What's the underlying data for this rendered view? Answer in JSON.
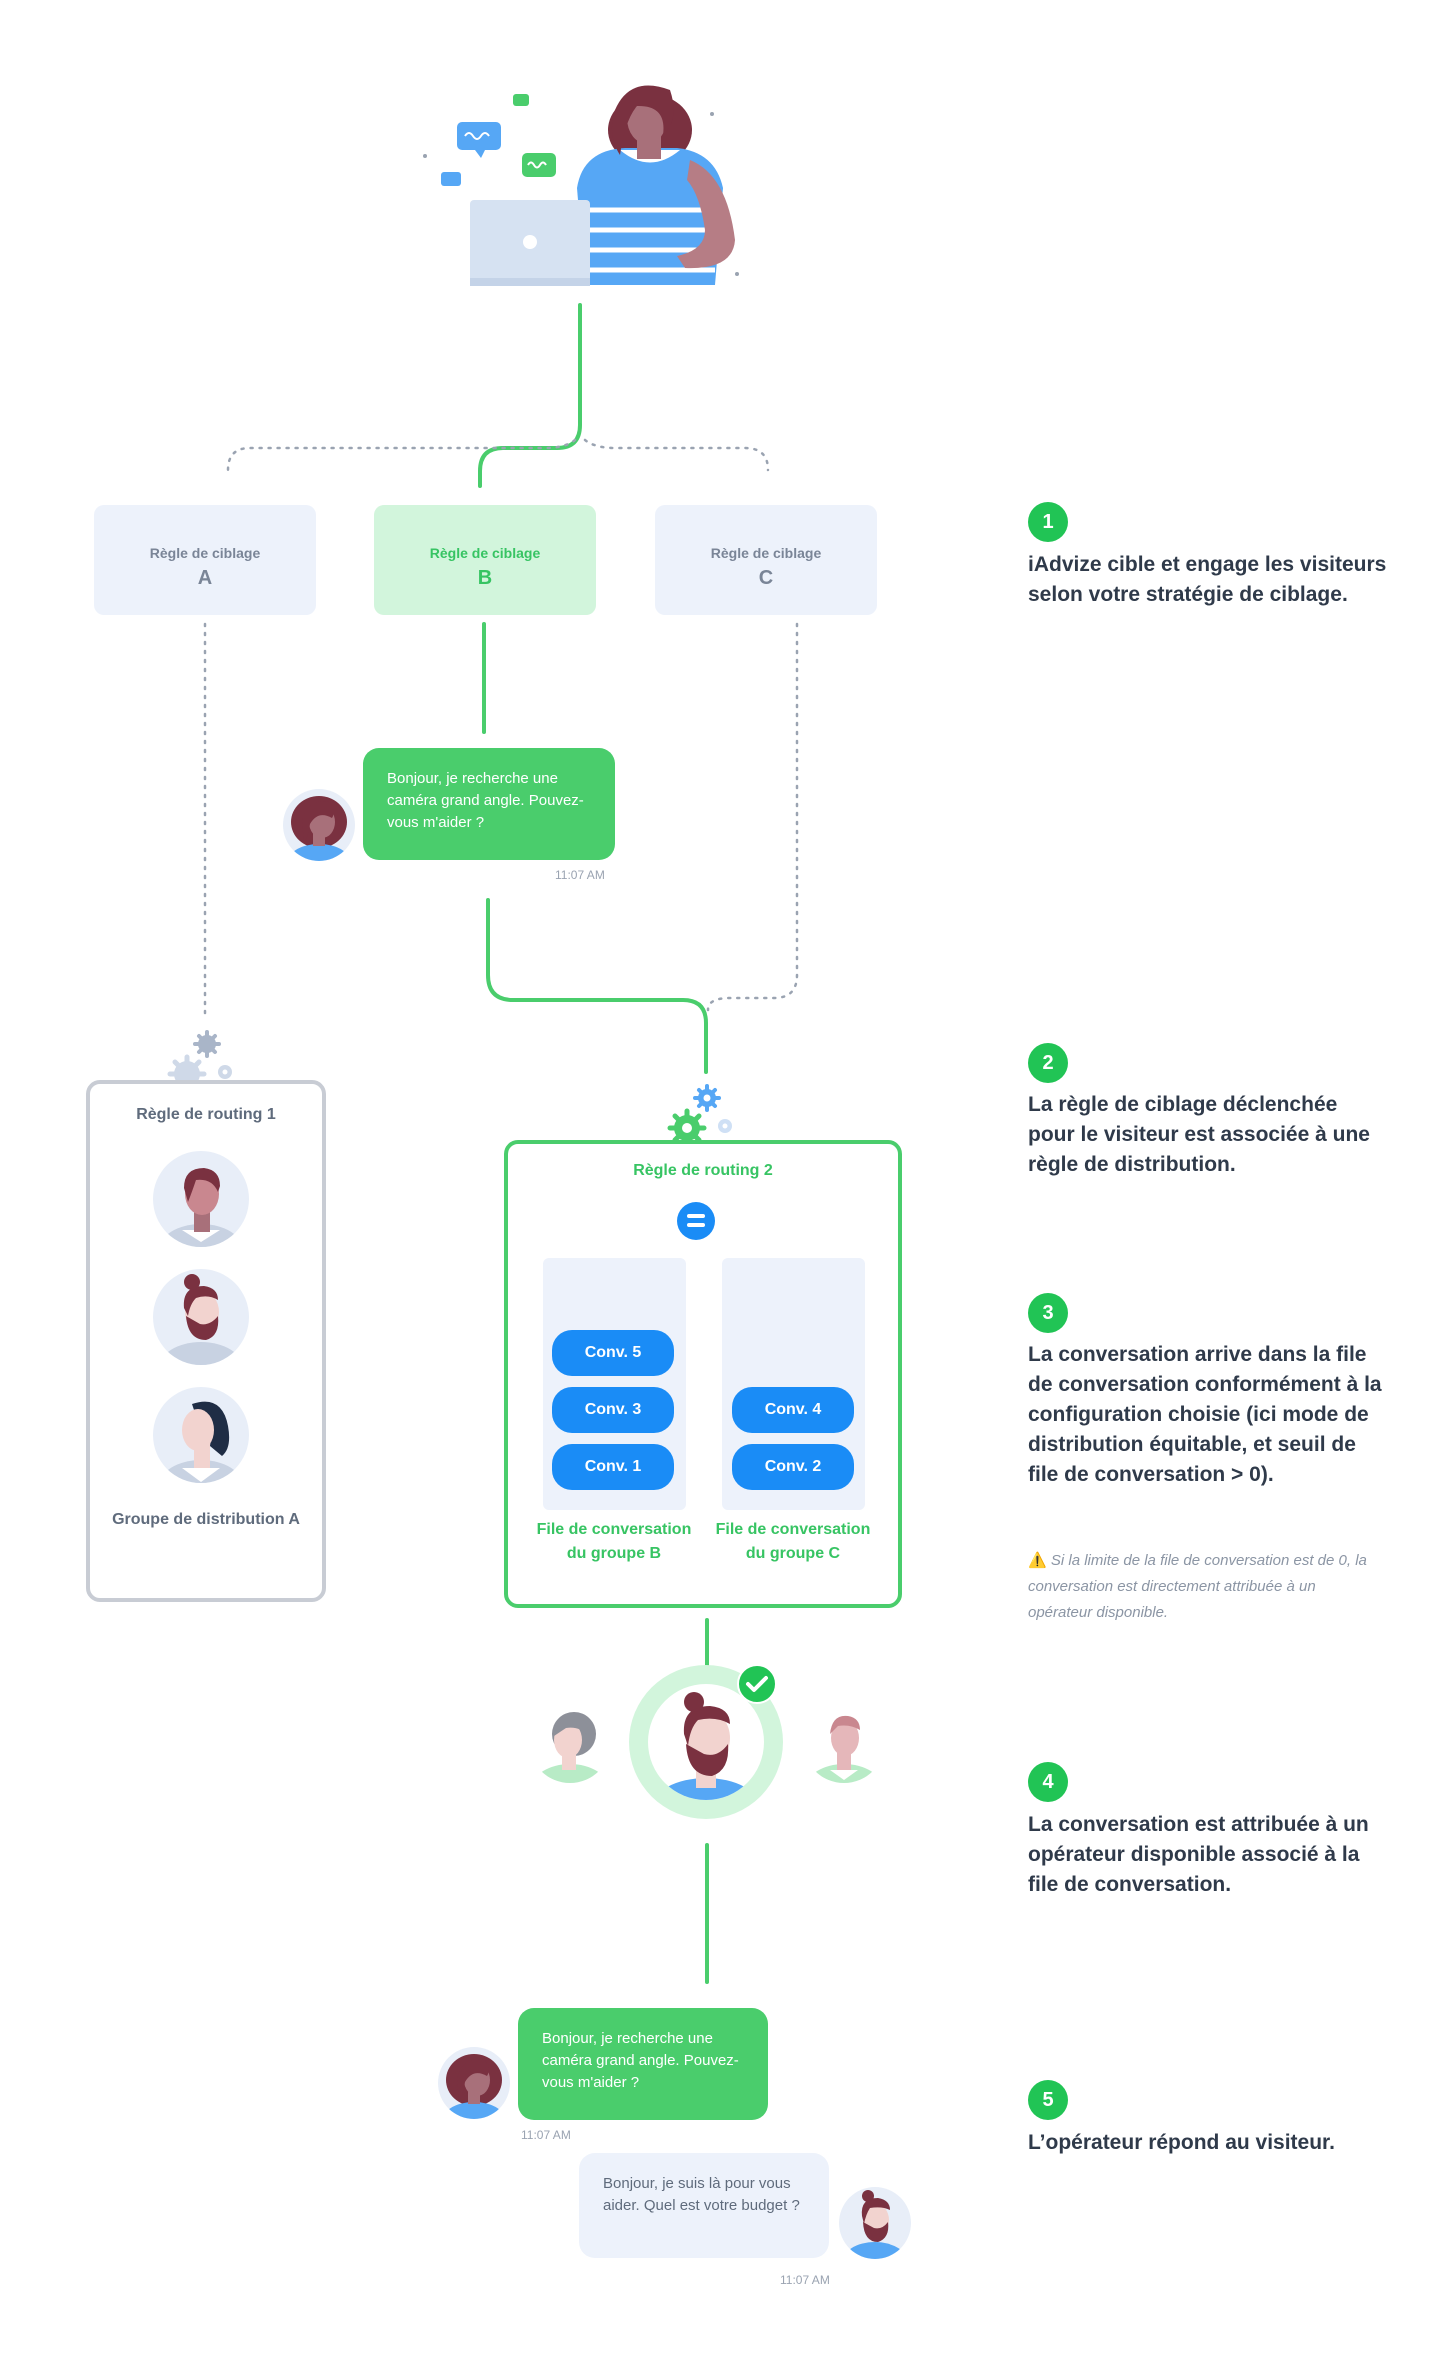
{
  "targeting_rules": [
    {
      "label": "Règle de ciblage",
      "letter": "A",
      "active": false
    },
    {
      "label": "Règle de ciblage",
      "letter": "B",
      "active": true
    },
    {
      "label": "Règle de ciblage",
      "letter": "C",
      "active": false
    }
  ],
  "visitor_message": {
    "text": "Bonjour, je recherche une caméra grand angle. Pouvez-vous m'aider ?",
    "time": "11:07 AM"
  },
  "routing_rule_1": {
    "title": "Règle de routing 1",
    "group_label": "Groupe de distribution A"
  },
  "routing_rule_2": {
    "title": "Règle de routing 2",
    "queue_b": {
      "conversations": [
        "Conv. 5",
        "Conv. 3",
        "Conv. 1"
      ],
      "label": "File de conversation du groupe B"
    },
    "queue_c": {
      "conversations": [
        "Conv. 4",
        "Conv. 2"
      ],
      "label": "File de conversation du groupe C"
    }
  },
  "final_chat": {
    "visitor_text": "Bonjour, je recherche une caméra grand angle. Pouvez-vous m'aider ?",
    "visitor_time": "11:07 AM",
    "operator_text": "Bonjour, je suis là pour vous aider. Quel est votre budget ?",
    "operator_time": "11:07 AM"
  },
  "steps": [
    {
      "number": "1",
      "text": "iAdvize cible et engage les visiteurs selon votre stratégie de ciblage."
    },
    {
      "number": "2",
      "text": "La règle de ciblage déclenchée pour le visiteur est associée à une règle de distribution."
    },
    {
      "number": "3",
      "text": "La conversation arrive dans la file de conversation conformément à la configuration choisie (ici mode de distribution équitable, et seuil de file de conversation > 0)."
    },
    {
      "number": "4",
      "text": "La conversation est attribuée à un opérateur disponible associé à la file de conversation."
    },
    {
      "number": "5",
      "text": " L’opérateur répond au visiteur."
    }
  ],
  "warning_note": "Si la limite de la file de conversation est de 0, la conversation est directement attribuée à un opérateur disponible.",
  "colors": {
    "green": "#4acd6c",
    "blue": "#1a8cf6",
    "grey_box": "#edf2fb",
    "step_green": "#21c455"
  },
  "icons": [
    "chat-bubble-icon",
    "laptop-icon",
    "gear-icon",
    "equals-icon",
    "check-icon",
    "warning-icon"
  ]
}
